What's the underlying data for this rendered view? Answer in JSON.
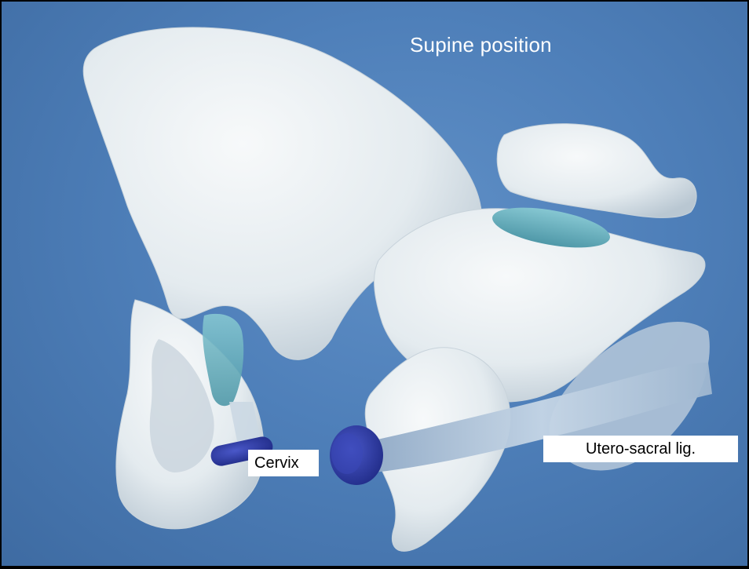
{
  "title": "Supine position",
  "labels": {
    "cervix": "Cervix",
    "ligament": "Utero-sacral lig."
  },
  "colors": {
    "background": "#4e7fb9",
    "bone": "#e8eef2",
    "disc": "#6fb6c4",
    "cervix": "#2e3a9c",
    "ligament": "#b8cde0",
    "label_bg": "#ffffff"
  }
}
